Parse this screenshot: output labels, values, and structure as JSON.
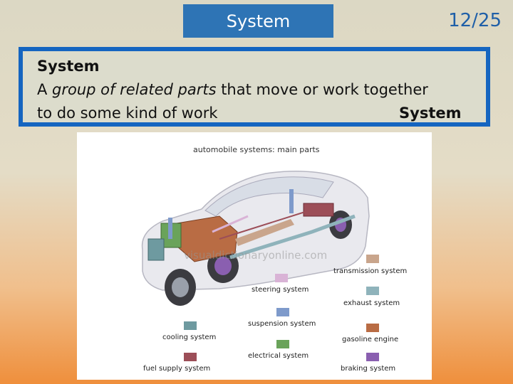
{
  "header": {
    "title": "System",
    "slide_number": "12/25"
  },
  "definition": {
    "term": "System",
    "line2_prefix": "A ",
    "line2_italic": "group of related parts",
    "line2_suffix": " that move or work together",
    "line3": "to do some kind of work",
    "end_term": "System"
  },
  "figure": {
    "title": "automobile systems: main parts",
    "watermark": "visualdictionaryonline.com",
    "legend": [
      {
        "label": "transmission system",
        "color": "#c9a58c"
      },
      {
        "label": "steering system",
        "color": "#d9b3d6"
      },
      {
        "label": "exhaust system",
        "color": "#8fb3bb"
      },
      {
        "label": "suspension system",
        "color": "#7e9acb"
      },
      {
        "label": "cooling system",
        "color": "#6e9aa0"
      },
      {
        "label": "gasoline engine",
        "color": "#b96c44"
      },
      {
        "label": "electrical system",
        "color": "#6aa35a"
      },
      {
        "label": "fuel supply system",
        "color": "#9c4e58"
      },
      {
        "label": "braking system",
        "color": "#8a5fb0"
      }
    ]
  }
}
